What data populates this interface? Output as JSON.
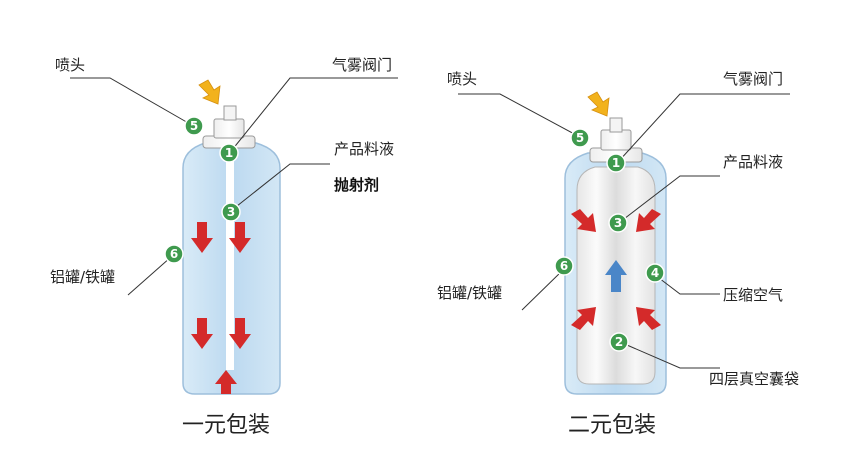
{
  "left": {
    "caption": "一元包装",
    "labels": {
      "nozzle": "喷头",
      "valve": "气雾阀门",
      "product": "产品料液",
      "propellant": "抛射剂",
      "can": "铝罐/铁罐"
    },
    "badges": {
      "n1": "1",
      "n3": "3",
      "n5": "5",
      "n6": "6"
    }
  },
  "right": {
    "caption": "二元包装",
    "labels": {
      "nozzle": "喷头",
      "valve": "气雾阀门",
      "product": "产品料液",
      "air": "压缩空气",
      "can": "铝罐/铁罐",
      "bag": "四层真空囊袋"
    },
    "badges": {
      "n1": "1",
      "n2": "2",
      "n3": "3",
      "n4": "4",
      "n5": "5",
      "n6": "6"
    }
  },
  "colors": {
    "can_fill": "#c5dff2",
    "can_edge": "#a9c9e3",
    "badge": "#3f9a4e",
    "arrow_red": "#d42a2a",
    "arrow_blue": "#4a86c8",
    "arrow_yellow": "#f2b21c"
  },
  "icons": [
    "press-arrow-icon",
    "down-arrow-icon",
    "up-arrow-icon",
    "inward-arrow-icon"
  ]
}
